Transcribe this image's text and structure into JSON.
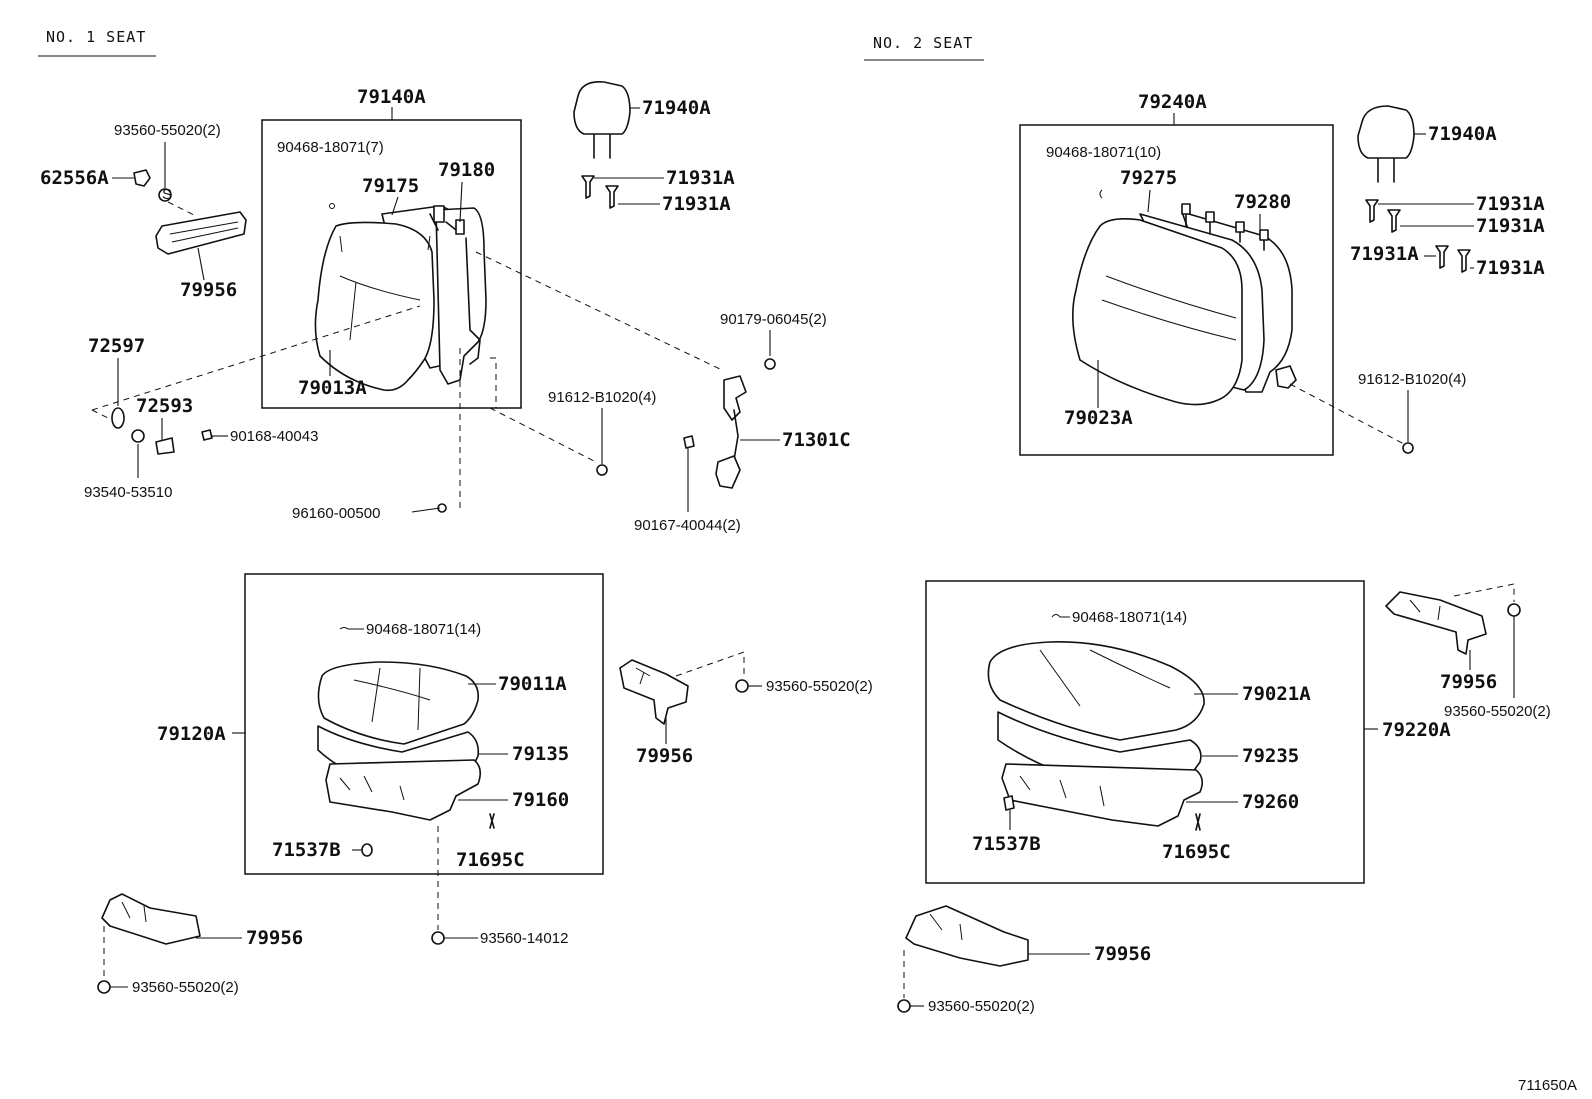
{
  "headers": {
    "seat1": "NO. 1 SEAT",
    "seat2": "NO. 2 SEAT"
  },
  "diagram_code": "711650A",
  "labels": {
    "s1_79140A": "79140A",
    "s1_93560_55020_2_top": "93560-55020(2)",
    "s1_90468_18071_7": "90468-18071(7)",
    "s1_62556A": "62556A",
    "s1_79175": "79175",
    "s1_79180": "79180",
    "s1_79956_top": "79956",
    "s1_72597": "72597",
    "s1_72593": "72593",
    "s1_79013A": "79013A",
    "s1_90168_40043": "90168-40043",
    "s1_93540_53510": "93540-53510",
    "s1_96160_00500": "96160-00500",
    "c_71940A": "71940A",
    "c_71931A_1": "71931A",
    "c_71931A_2": "71931A",
    "c_90179_06045_2": "90179-06045(2)",
    "c_91612_B1020_4": "91612-B1020(4)",
    "c_71301C": "71301C",
    "c_90167_40044_2": "90167-40044(2)",
    "s1_90468_18071_14": "90468-18071(14)",
    "s1_79011A": "79011A",
    "s1_79120A": "79120A",
    "s1_79135": "79135",
    "s1_79160": "79160",
    "s1_71537B": "71537B",
    "s1_71695C": "71695C",
    "c_79956_mid": "79956",
    "c_93560_55020_2_mid": "93560-55020(2)",
    "s1_79956_bot": "79956",
    "s1_93560_14012": "93560-14012",
    "s1_93560_55020_2_bot": "93560-55020(2)",
    "s2_79240A": "79240A",
    "s2_90468_18071_10": "90468-18071(10)",
    "s2_79275": "79275",
    "s2_79280": "79280",
    "s2_79023A": "79023A",
    "s2_71940A": "71940A",
    "s2_71931A_1": "71931A",
    "s2_71931A_2": "71931A",
    "s2_71931A_3": "71931A",
    "s2_71931A_4": "71931A",
    "s2_91612_B1020_4": "91612-B1020(4)",
    "s2_90468_18071_14": "90468-18071(14)",
    "s2_79021A": "79021A",
    "s2_79235": "79235",
    "s2_79220A": "79220A",
    "s2_79260": "79260",
    "s2_71537B": "71537B",
    "s2_71695C": "71695C",
    "s2_79956_right": "79956",
    "s2_93560_55020_2_right": "93560-55020(2)",
    "s2_79956_bot": "79956",
    "s2_93560_55020_2_bot": "93560-55020(2)"
  }
}
